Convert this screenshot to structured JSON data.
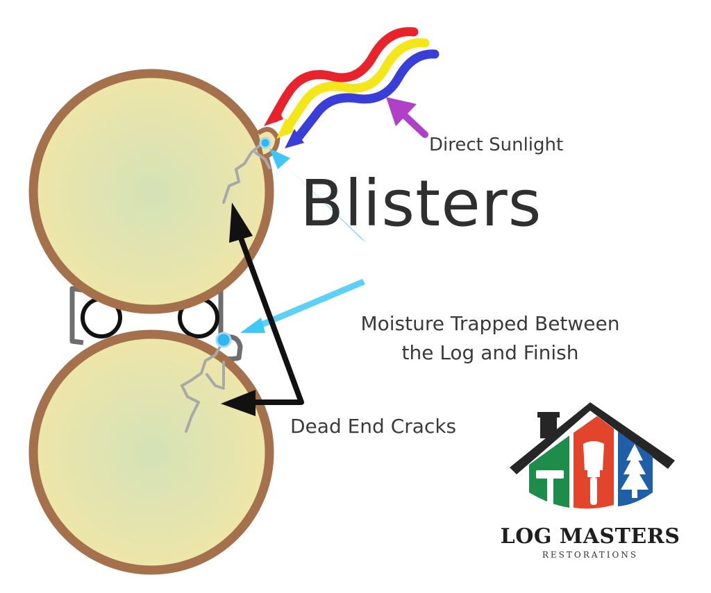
{
  "labels": {
    "direct_sunlight": "Direct Sunlight",
    "blisters": "Blisters",
    "moisture_line1": "Moisture Trapped Between",
    "moisture_line2": "the Log and Finish",
    "dead_end_cracks": "Dead End Cracks"
  },
  "logo": {
    "name": "LOG MASTERS",
    "subtitle": "RESTORATIONS"
  },
  "colors": {
    "log_fill": "#f1e6a8",
    "log_center": "#d4e2b6",
    "log_ring": "#a5714c",
    "chink": "#6e6e6e",
    "crack": "#a8a8a8",
    "blister": "#2eb8f0",
    "pointer_cyan": "#3fc8f5",
    "arrow_black": "#111111",
    "arrow_purple": "#b040c8",
    "ray_red": "#e8232b",
    "ray_yellow": "#f5e61a",
    "ray_blue": "#3a3ed8",
    "logo_green": "#1e8c4a",
    "logo_red": "#e2452b",
    "logo_blue": "#1f5fa8",
    "logo_roof": "#262626"
  }
}
